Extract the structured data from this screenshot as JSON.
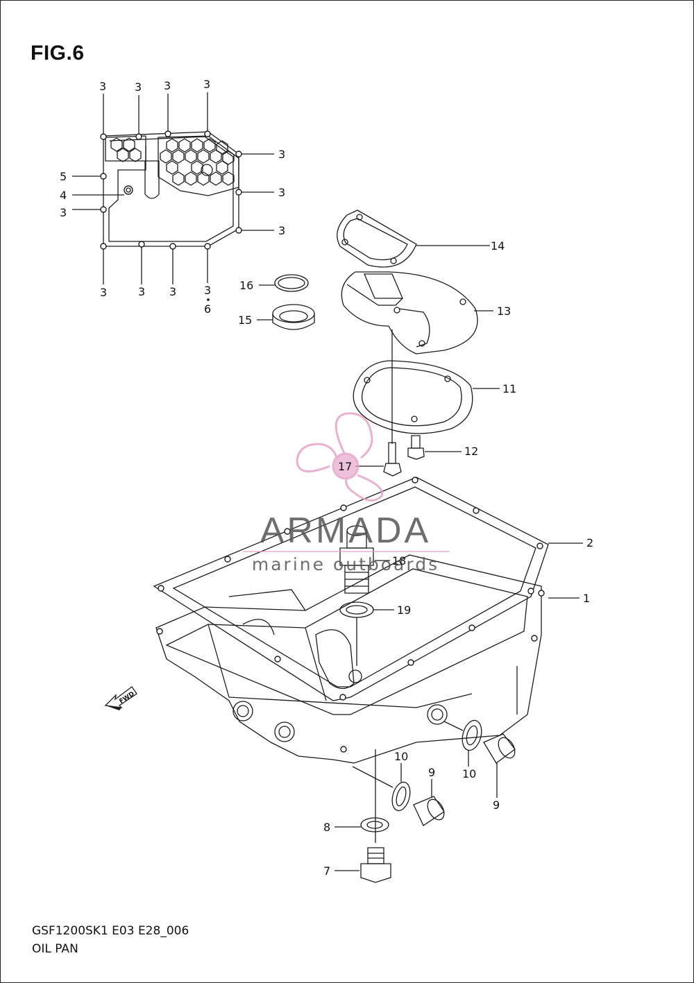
{
  "figure": {
    "title": "FIG.6"
  },
  "footer": {
    "code": "GSF1200SK1 E03 E28_006",
    "name": "OIL PAN"
  },
  "watermark": {
    "brand": "ARMADA",
    "tagline": "marine outboards",
    "color": "#e6a3c8",
    "text_color": "#555555"
  },
  "direction_label": "FWD",
  "callouts": {
    "c1": "1",
    "c2": "2",
    "c3": "3",
    "c4": "4",
    "c5": "5",
    "c6": "6",
    "c7": "7",
    "c8": "8",
    "c9": "9",
    "c10": "10",
    "c11": "11",
    "c12": "12",
    "c13": "13",
    "c14": "14",
    "c15": "15",
    "c16": "16",
    "c17": "17",
    "c18": "18",
    "c19": "19"
  }
}
